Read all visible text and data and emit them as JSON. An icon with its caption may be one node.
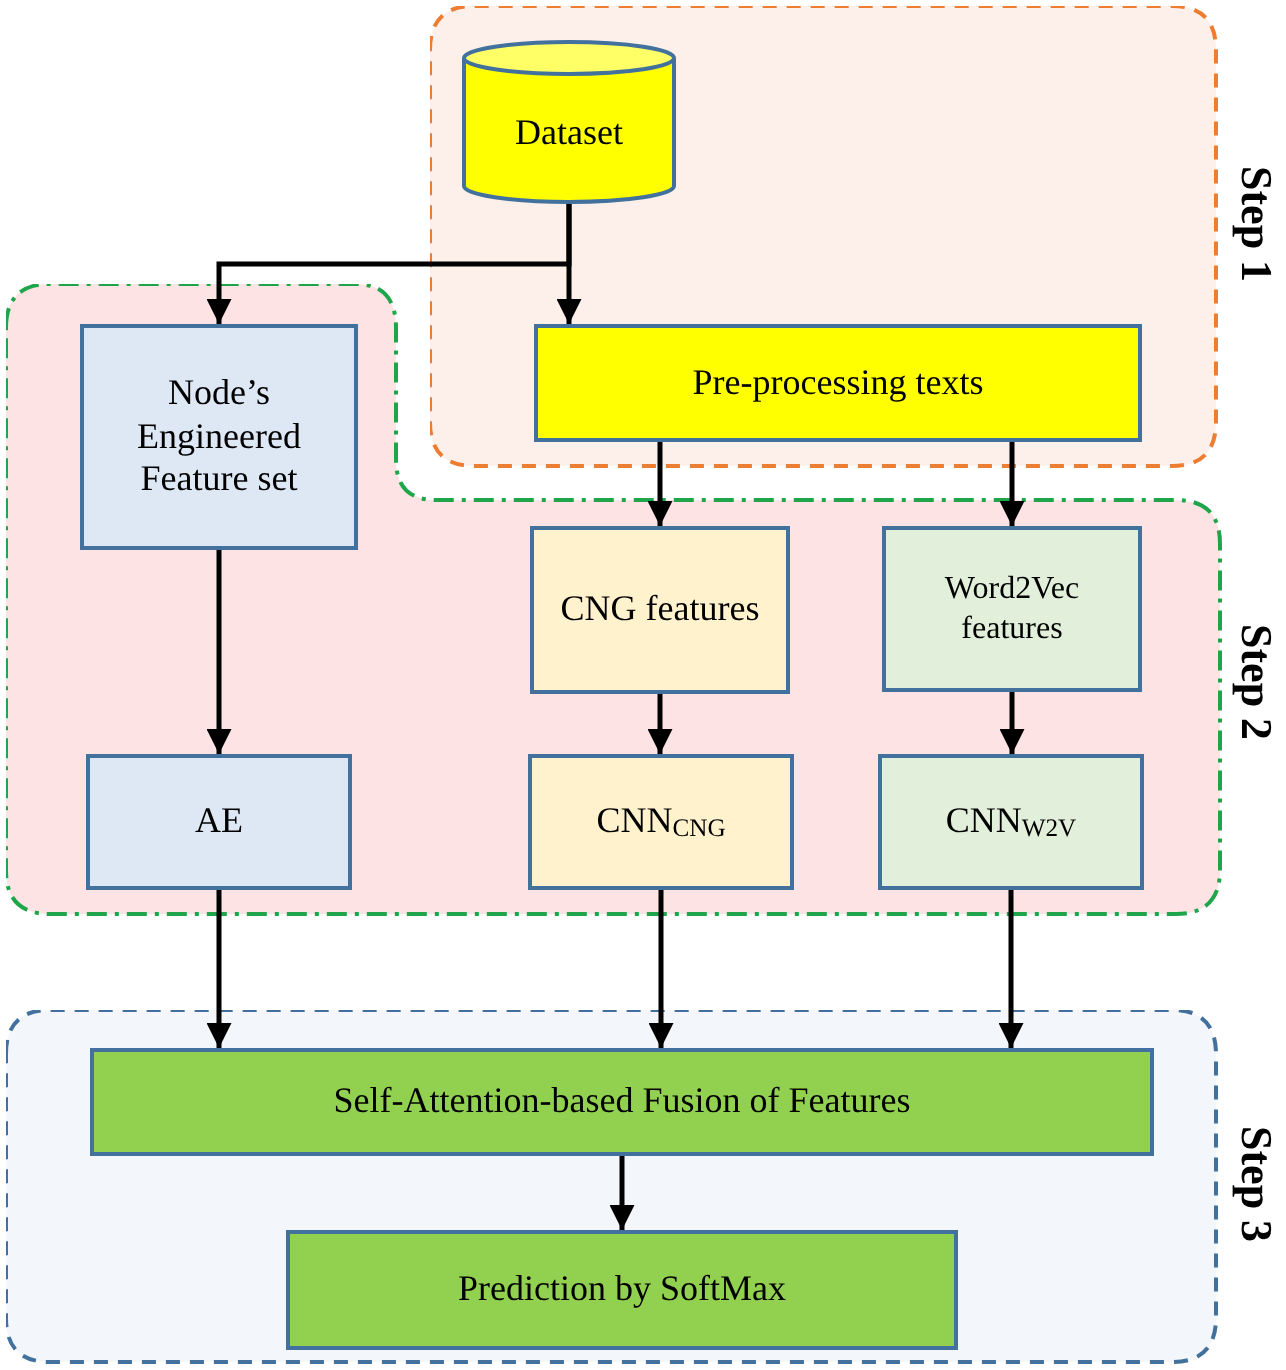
{
  "diagram": {
    "nodes": [
      {
        "text": [
          "Step 1"
        ]
      },
      {
        "text": [
          "Dataset"
        ],
        "in": 0
      },
      {
        "text": [
          "Pre-processing texts"
        ],
        "in": 0
      },
      {
        "text": [
          "Step 2"
        ]
      },
      {
        "text": [
          "Node’s Engineered Feature set"
        ],
        "in": 3
      },
      {
        "text": [
          "CNG features"
        ],
        "in": 3
      },
      {
        "text": [
          "Word2Vec features"
        ],
        "in": 3
      },
      {
        "text": [
          "AE"
        ],
        "in": 3
      },
      {
        "text": [
          "CNN$_{CNG}$"
        ],
        "in": 3
      },
      {
        "text": [
          "CNN$_{W2V}$"
        ],
        "in": 3
      },
      {
        "text": [
          "Step 3"
        ]
      },
      {
        "text": [
          "Self-Attention-based Fusion of Features"
        ],
        "in": 10
      },
      {
        "text": [
          "Prediction by SoftMax"
        ],
        "in": 10
      }
    ],
    "edges": [
      {
        "from": 1,
        "to": 4,
        "arrow": "to"
      },
      {
        "from": 1,
        "to": 2,
        "arrow": "to"
      },
      {
        "from": 2,
        "to": 5,
        "arrow": "to"
      },
      {
        "from": 2,
        "to": 6,
        "arrow": "to"
      },
      {
        "from": 4,
        "to": 7,
        "arrow": "to"
      },
      {
        "from": 5,
        "to": 8,
        "arrow": "to"
      },
      {
        "from": 6,
        "to": 9,
        "arrow": "to"
      },
      {
        "from": 7,
        "to": 11,
        "arrow": "to"
      },
      {
        "from": 8,
        "to": 11,
        "arrow": "to"
      },
      {
        "from": 9,
        "to": 11,
        "arrow": "to"
      },
      {
        "from": 11,
        "to": 12,
        "arrow": "to"
      }
    ]
  }
}
